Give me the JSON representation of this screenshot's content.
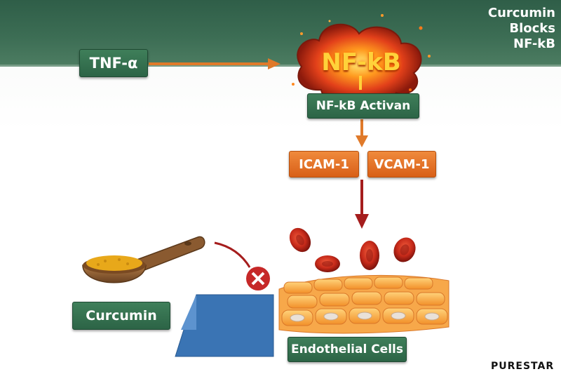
{
  "diagram": {
    "nodes": {
      "tnf": "TNF-α",
      "nfkb": "NF-kB",
      "activation": "NF-kB Activan",
      "icam": "ICAM-1",
      "vcam": "VCAM-1",
      "curcumin": "Curcumin",
      "blocks": "Curcumin\nBlocks\nNF-kB",
      "endothelial": "Endothelial Cells"
    },
    "icons": {
      "explosion": "fire-burst-icon",
      "spoon": "spoon-with-turmeric-icon",
      "block": "red-x-block-icon",
      "blood_cells": "red-blood-cell-icon",
      "cells": "endothelial-tissue-icon"
    },
    "colors": {
      "header": "#2f5e48",
      "label_green": "#2c6446",
      "label_orange": "#d85f17",
      "arrow_orange": "#e07a2a",
      "arrow_red": "#a51d1d",
      "block_red": "#c62828",
      "blocks_blue": "#3a74b4",
      "nfkb_text": "#ffd23a"
    },
    "brand": "PURESTAR"
  }
}
